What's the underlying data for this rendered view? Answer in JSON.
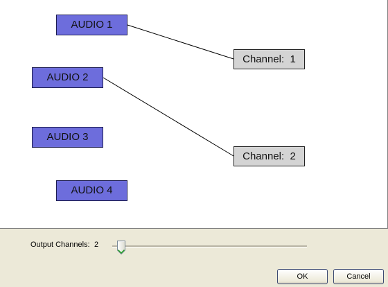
{
  "routing": {
    "inputs": [
      {
        "label": "AUDIO 1"
      },
      {
        "label": "AUDIO 2"
      },
      {
        "label": "AUDIO 3"
      },
      {
        "label": "AUDIO 4"
      }
    ],
    "channels": [
      {
        "label": "Channel:  1"
      },
      {
        "label": "Channel:  2"
      }
    ],
    "connections": [
      {
        "input": "AUDIO 1",
        "channel": "Channel:  1"
      },
      {
        "input": "AUDIO 2",
        "channel": "Channel:  2"
      }
    ],
    "colors": {
      "input_fill": "#6d6ddc",
      "channel_fill": "#d4d4d4",
      "wire": "#000000"
    }
  },
  "output": {
    "label": "Output Channels:",
    "value": "2",
    "slider_position": 0.05
  },
  "buttons": {
    "ok": "OK",
    "cancel": "Cancel"
  }
}
